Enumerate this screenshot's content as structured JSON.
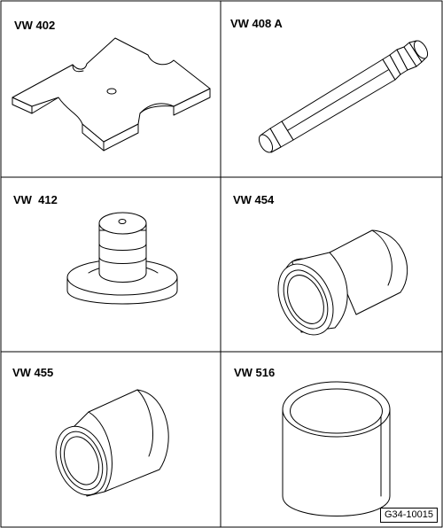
{
  "tools": [
    {
      "label": "VW 402"
    },
    {
      "label": "VW 408 A"
    },
    {
      "label": "VW  412"
    },
    {
      "label": "VW 454"
    },
    {
      "label": "VW 455"
    },
    {
      "label": "VW 516"
    }
  ],
  "figure_ref": "G34-10015"
}
